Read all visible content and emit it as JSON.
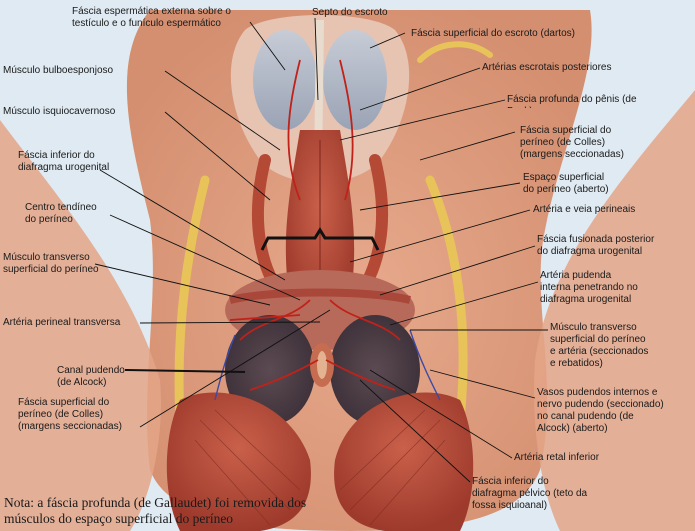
{
  "labels": {
    "fascia_espermatica": "Fáscia espermática externa sobre o\ntestículo e o funículo espermático",
    "septo_escroto": "Septo do escroto",
    "fascia_superficial_escroto": "Fáscia superficial do escroto (dartos)",
    "musculo_bulboesponjoso": "Músculo bulboesponjoso",
    "arterias_escrotais": "Artérias escrotais posteriores",
    "fascia_profunda_penis": "Fáscia profunda do pênis (de\nBuck)",
    "musculo_isquiocavernoso": "Músculo isquiocavernoso",
    "fascia_superficial_colles_r": "Fáscia superficial do\nperíneo (de Colles)\n(margens seccionadas)",
    "fascia_inferior_diafragma_uro": "Fáscia inferior do\ndiafragma urogenital",
    "espaco_superficial": "Espaço superficial\ndo períneo (aberto)",
    "centro_tendineo": "Centro tendíneo\ndo períneo",
    "arteria_veia_perineais": "Artéria e veia perineais",
    "fascia_fusionada": "Fáscia fusionada posterior\ndo diafragma urogenital",
    "musculo_transverso_l": "Músculo transverso\nsuperficial do períneo",
    "arteria_pudenda_interna": "Artéria pudenda\ninterna penetrando no\ndiafragma urogenital",
    "arteria_perineal_transversa": "Artéria perineal transversa",
    "musculo_transverso_r": "Músculo transverso\nsuperficial do períneo\ne artéria (seccionados\ne rebatidos)",
    "canal_pudendo": "Canal pudendo\n(de Alcock)",
    "vasos_pudendos": "Vasos pudendos internos e\nnervo pudendo (seccionado)\nno canal pudendo (de\nAlcock) (aberto)",
    "fascia_superficial_colles_l": "Fáscia superficial do\nperíneo (de Colles)\n(margens seccionadas)",
    "arteria_retal_inferior": "Artéria retal inferior",
    "fascia_inferior_diafragma_pelvico": "Fáscia inferior do\ndiafragma pélvico (teto da\nfossa isquioanal)"
  },
  "note": "Nota: a fáscia profunda (de Gallaudet) foi removida dos\nmúsculos do espaço superficial do períneo"
}
